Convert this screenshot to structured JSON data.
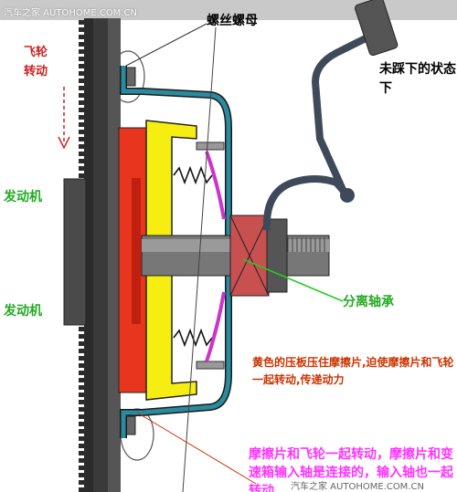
{
  "watermark": {
    "top": "汽车之家 AUTOHOME.COM.CN",
    "bottom": "汽车之家 AUTOHOME.COM.CN"
  },
  "labels": {
    "screw_nut": "螺丝螺母",
    "pedal_state": "未踩下的状态下",
    "flywheel_rotation": "飞轮转动",
    "engine_top": "发动机",
    "engine_bottom": "发动机",
    "release_bearing": "分离轴承",
    "pressure_plate_note": "黄色的压板压住摩擦片,迫使摩擦片和飞轮一起转动,传递动力",
    "friction_note": "摩擦片和飞轮一起转动，摩擦片和变速箱输入轴是连接的，输入轴也一起转动"
  },
  "colors": {
    "flywheel": "#2b2b2b",
    "cover": "#2a8aa0",
    "pressure_plate": "#f5ee10",
    "friction_disc": "#e8351e",
    "diaphragm": "#cc33cc",
    "pedal": "#3e4a5a",
    "engine_text": "#22aa22",
    "flywheel_text": "#cc2222",
    "friction_text": "#ff33ff"
  }
}
